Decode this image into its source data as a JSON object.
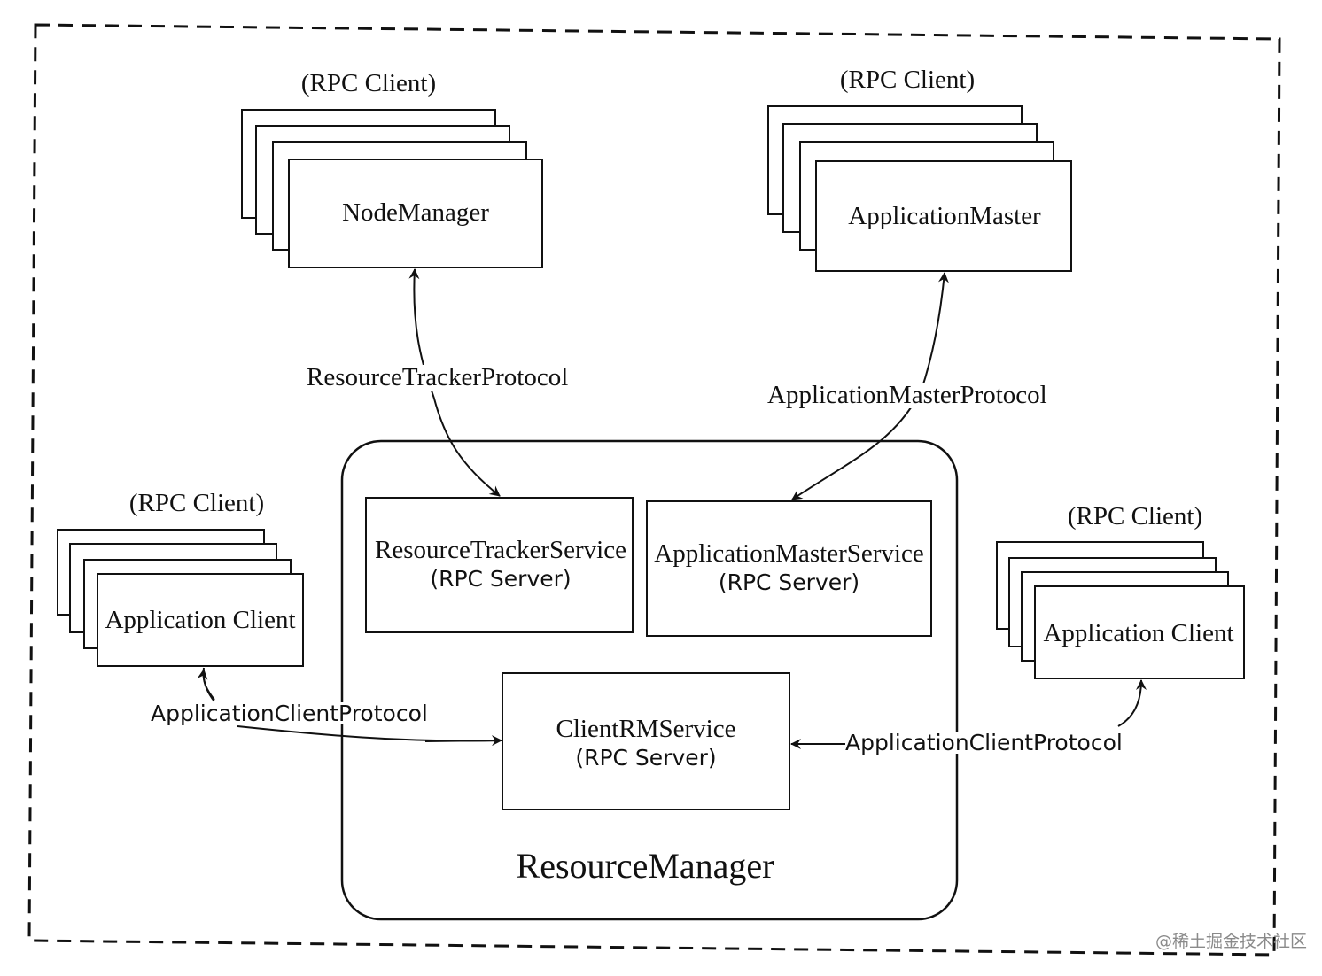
{
  "rpc_client_label": "(RPC Client)",
  "rpc_server_label": "(RPC Server)",
  "node_manager": {
    "name": "NodeManager",
    "role": "(RPC Client)"
  },
  "application_master": {
    "name": "ApplicationMaster",
    "role": "(RPC Client)"
  },
  "app_client_left": {
    "name": "Application Client",
    "role": "(RPC Client)"
  },
  "app_client_right": {
    "name": "Application Client",
    "role": "(RPC Client)"
  },
  "resource_manager": {
    "title": "ResourceManager",
    "services": [
      {
        "name": "ResourceTrackerService",
        "role": "(RPC Server)"
      },
      {
        "name": "ApplicationMasterService",
        "role": "(RPC Server)"
      },
      {
        "name": "ClientRMService",
        "role": "(RPC Server)"
      }
    ]
  },
  "protocols": {
    "resource_tracker": "ResourceTrackerProtocol",
    "application_master": "ApplicationMasterProtocol",
    "application_client_left": "ApplicationClientProtocol",
    "application_client_right": "ApplicationClientProtocol"
  },
  "watermark": "@稀土掘金技术社区"
}
